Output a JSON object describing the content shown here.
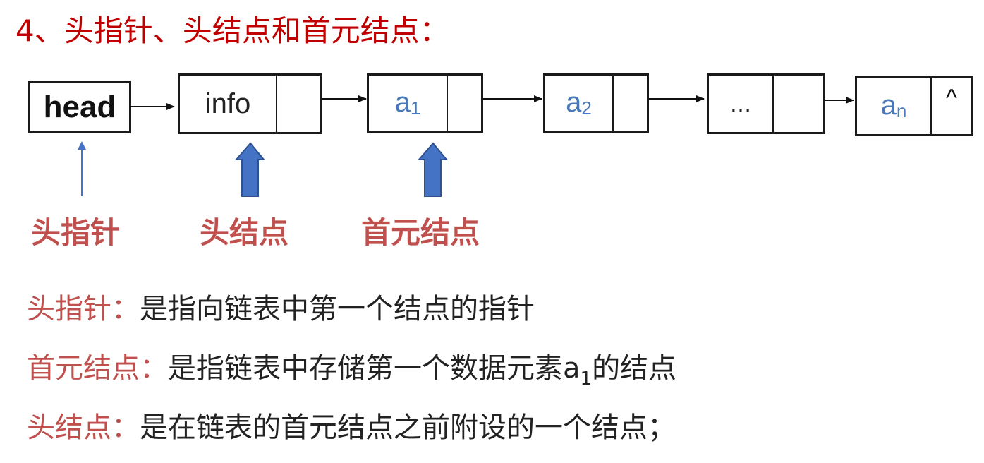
{
  "title": "4、头指针、头结点和首元结点：",
  "nodes": {
    "head": "head",
    "info": "info",
    "a1": {
      "base": "a",
      "sub": "1"
    },
    "a2": {
      "base": "a",
      "sub": "2"
    },
    "ellipsis": "…",
    "an": {
      "base": "a",
      "sub": "n"
    },
    "null_mark": "^"
  },
  "labels": {
    "head_pointer": "头指针",
    "head_node": "头结点",
    "first_node": "首元结点"
  },
  "definitions": [
    {
      "term": "头指针：",
      "text": "是指向链表中第一个结点的指针"
    },
    {
      "term": "首元结点：",
      "text_before": "是指链表中存储第一个数据元素a",
      "sub": "1",
      "text_after": "的结点"
    },
    {
      "term": "头结点：",
      "text": "是在链表的首元结点之前附设的一个结点；"
    }
  ],
  "colors": {
    "title": "#c00000",
    "label": "#c0504d",
    "data_text": "#4a78b8",
    "arrow_fill": "#4472c4",
    "thin_arrow": "#4472c4"
  },
  "icons": {
    "pointer_arrow": "thin-up-arrow",
    "block_arrow": "block-up-arrow",
    "link_arrow": "right-arrow"
  }
}
